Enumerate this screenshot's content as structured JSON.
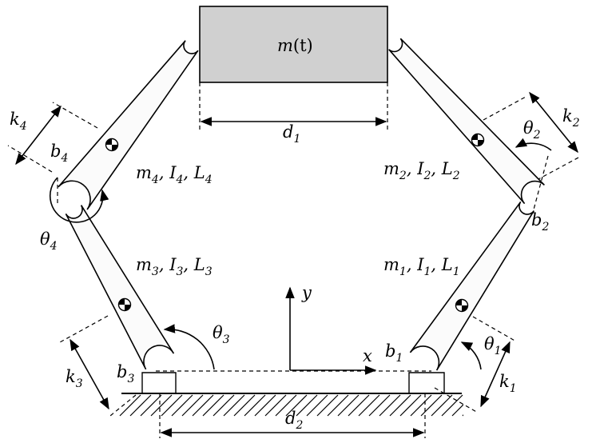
{
  "block": {
    "label_main": "m",
    "label_arg": "(t)",
    "fill": "#d0d0d0"
  },
  "dims": {
    "d1": {
      "main": "d",
      "sub": "1"
    },
    "d2": {
      "main": "d",
      "sub": "2"
    },
    "k1": {
      "main": "k",
      "sub": "1"
    },
    "k2": {
      "main": "k",
      "sub": "2"
    },
    "k3": {
      "main": "k",
      "sub": "3"
    },
    "k4": {
      "main": "k",
      "sub": "4"
    }
  },
  "links": [
    {
      "id": "1",
      "m": "m",
      "ms": "1",
      "i": "I",
      "is": "1",
      "l": "L",
      "ls": "1"
    },
    {
      "id": "2",
      "m": "m",
      "ms": "2",
      "i": "I",
      "is": "2",
      "l": "L",
      "ls": "2"
    },
    {
      "id": "3",
      "m": "m",
      "ms": "3",
      "i": "I",
      "is": "3",
      "l": "L",
      "ls": "3"
    },
    {
      "id": "4",
      "m": "m",
      "ms": "4",
      "i": "I",
      "is": "4",
      "l": "L",
      "ls": "4"
    }
  ],
  "angles": {
    "t1": {
      "main": "θ",
      "sub": "1"
    },
    "t2": {
      "main": "θ",
      "sub": "2"
    },
    "t3": {
      "main": "θ",
      "sub": "3"
    },
    "t4": {
      "main": "θ",
      "sub": "4"
    }
  },
  "damping": {
    "b1": {
      "main": "b",
      "sub": "1"
    },
    "b2": {
      "main": "b",
      "sub": "2"
    },
    "b3": {
      "main": "b",
      "sub": "3"
    },
    "b4": {
      "main": "b",
      "sub": "4"
    }
  },
  "axes": {
    "x": "x",
    "y": "y"
  },
  "sep": ", "
}
